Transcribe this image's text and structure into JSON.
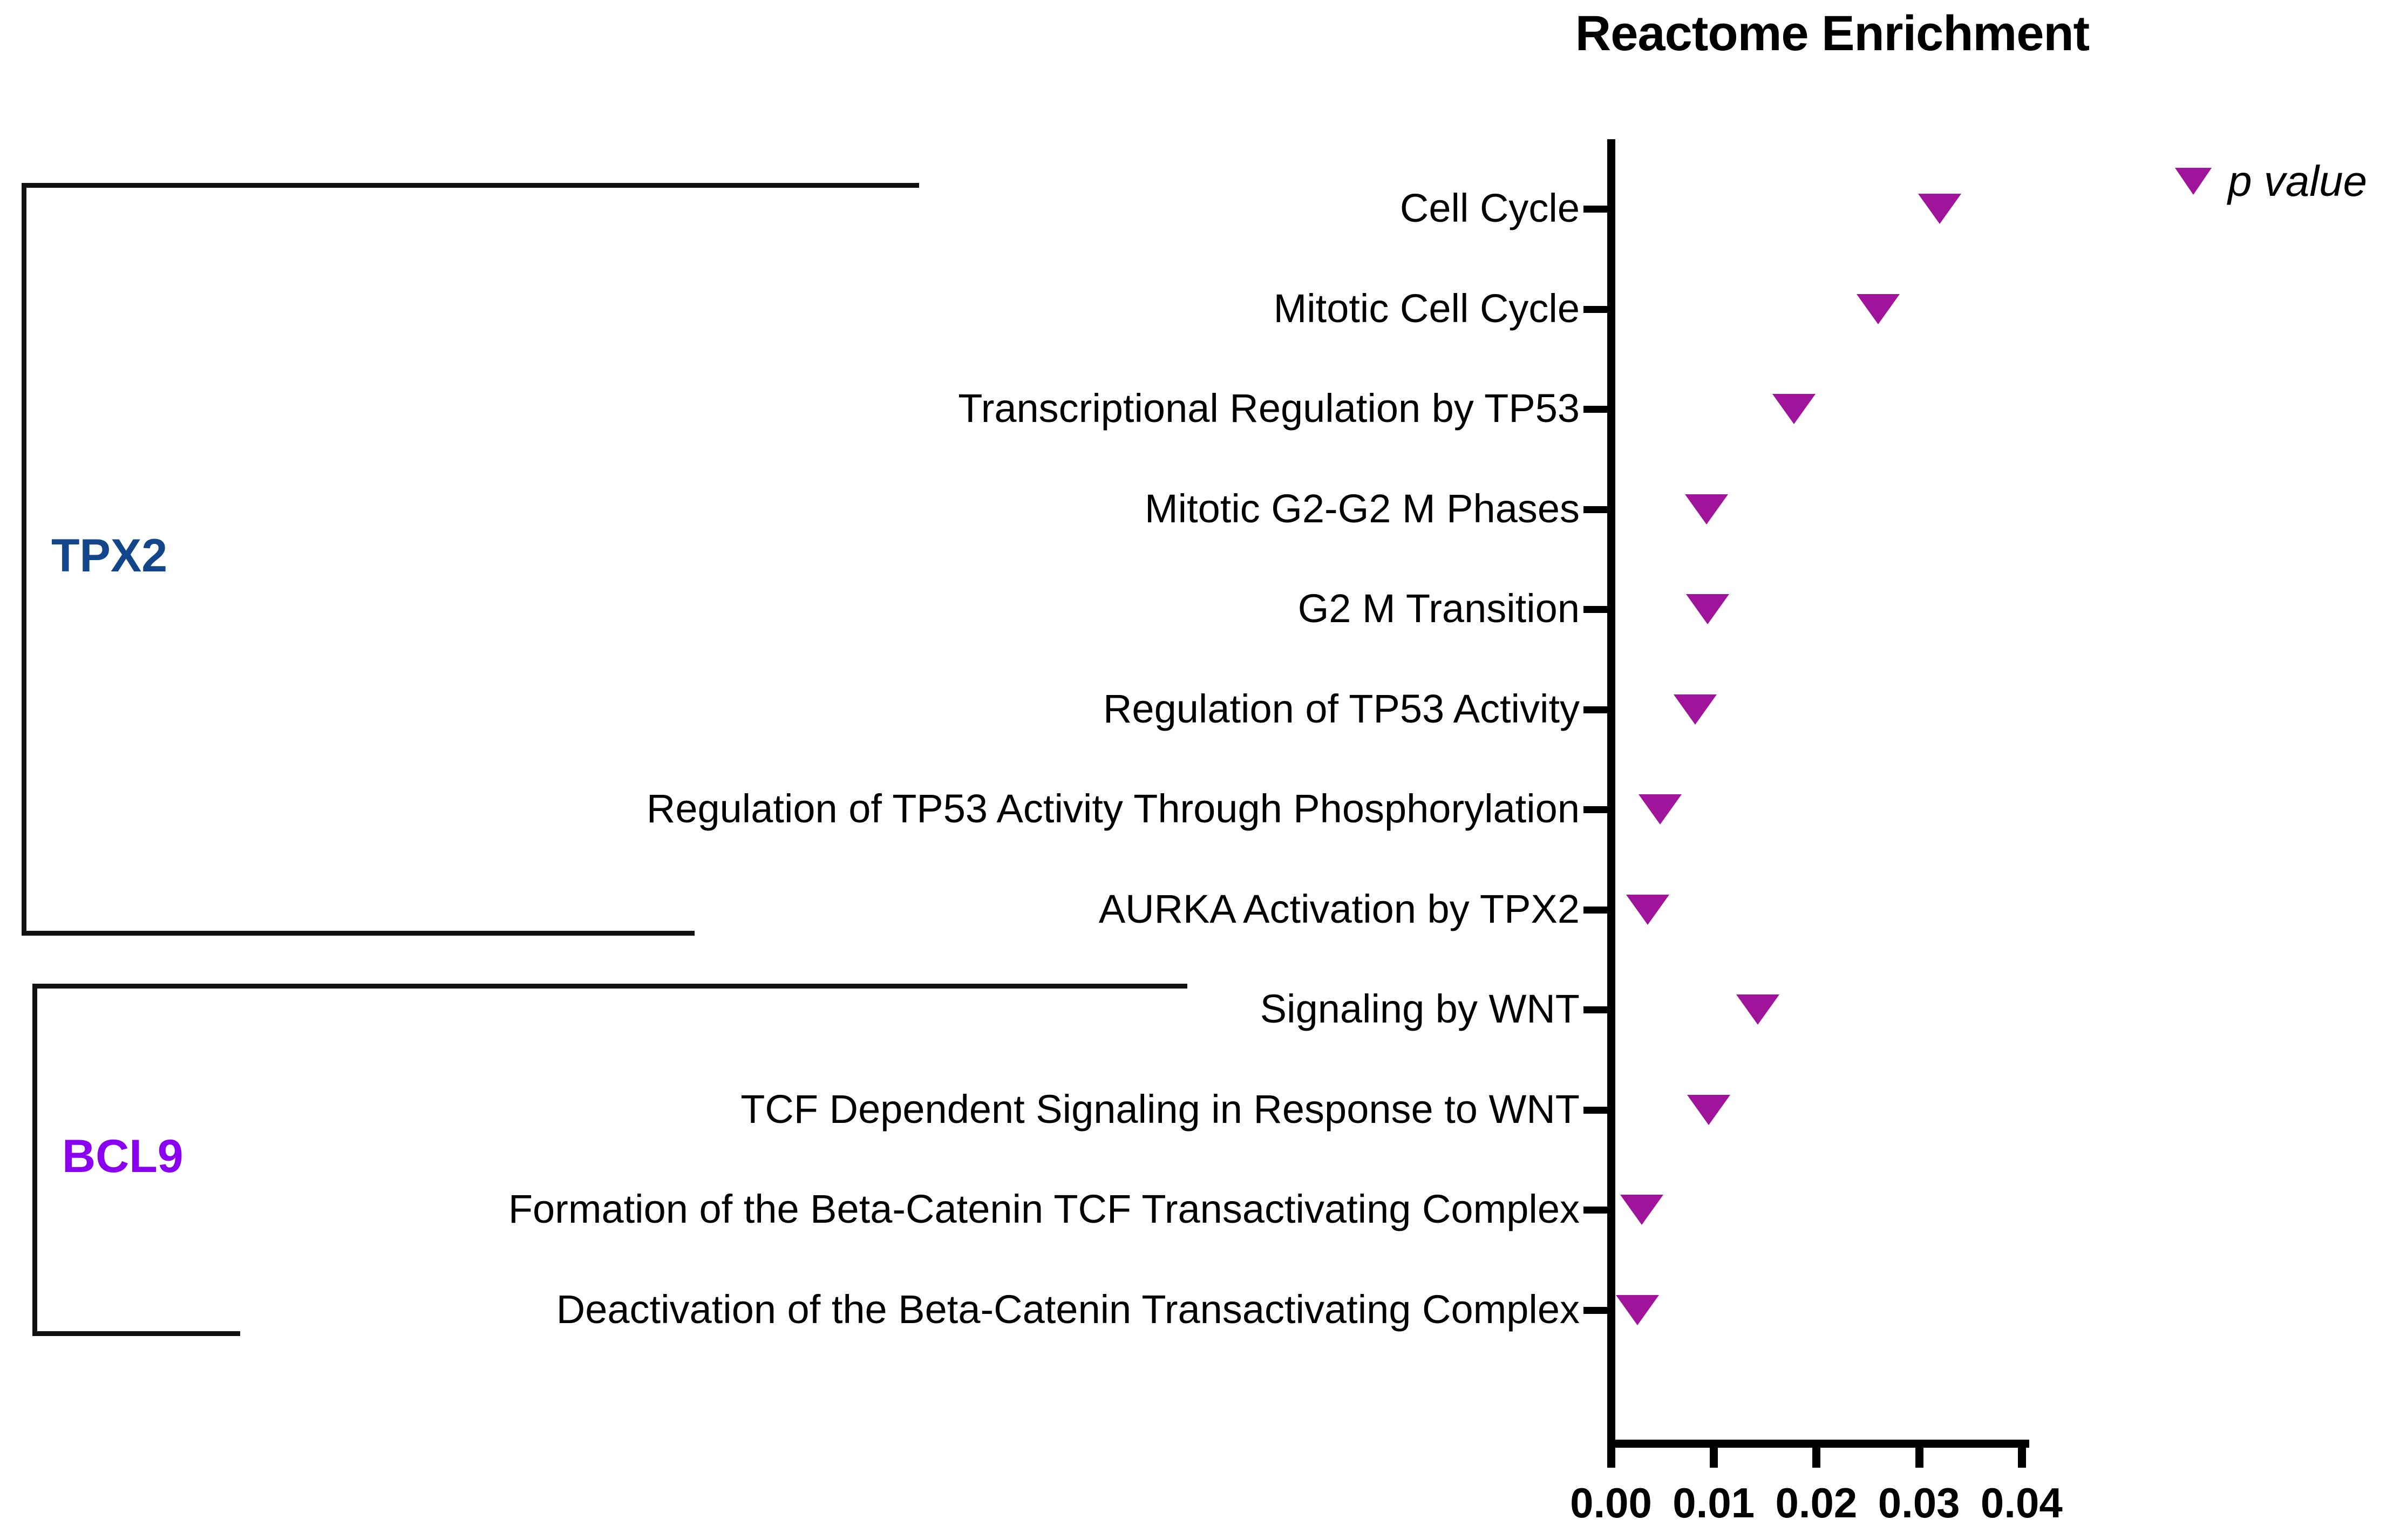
{
  "chart_data": {
    "type": "scatter",
    "title": "Reactome Enrichment",
    "xlabel": "",
    "ylabel": "",
    "xlim": [
      0.0,
      0.04
    ],
    "xticks": [
      "0.00",
      "0.01",
      "0.02",
      "0.03",
      "0.04"
    ],
    "xtick_values": [
      0.0,
      0.01,
      0.02,
      0.03,
      0.04
    ],
    "grid": false,
    "marker_shape": "triangle-down",
    "marker_color": "#a0139b",
    "legend": {
      "position": "top-right",
      "entries": [
        "p value"
      ]
    },
    "categories": [
      "Cell Cycle",
      "Mitotic Cell Cycle",
      "Transcriptional Regulation by TP53",
      "Mitotic G2-G2 M Phases",
      "G2 M Transition",
      "Regulation of TP53 Activity",
      "Regulation of TP53 Activity Through Phosphorylation",
      "AURKA Activation by TPX2",
      "Signaling by WNT",
      "TCF Dependent Signaling in Response to WNT",
      "Formation of the Beta-Catenin TCF Transactivating Complex",
      "Deactivation of the Beta-Catenin Transactivating Complex"
    ],
    "values": [
      0.032,
      0.026,
      0.0178,
      0.0093,
      0.0094,
      0.0082,
      0.0048,
      0.0036,
      0.0143,
      0.0095,
      0.003,
      0.0026
    ],
    "groups": [
      {
        "name": "TPX2",
        "color": "#13458b",
        "from_index": 0,
        "to_index": 7
      },
      {
        "name": "BCL9",
        "color": "#8a00f0",
        "from_index": 8,
        "to_index": 11
      }
    ]
  },
  "legend": {
    "label": "p value"
  },
  "colors": {
    "marker": "#a0139b",
    "axis": "#000000",
    "tpx2": "#13458b",
    "bcl9": "#8a00f0"
  }
}
